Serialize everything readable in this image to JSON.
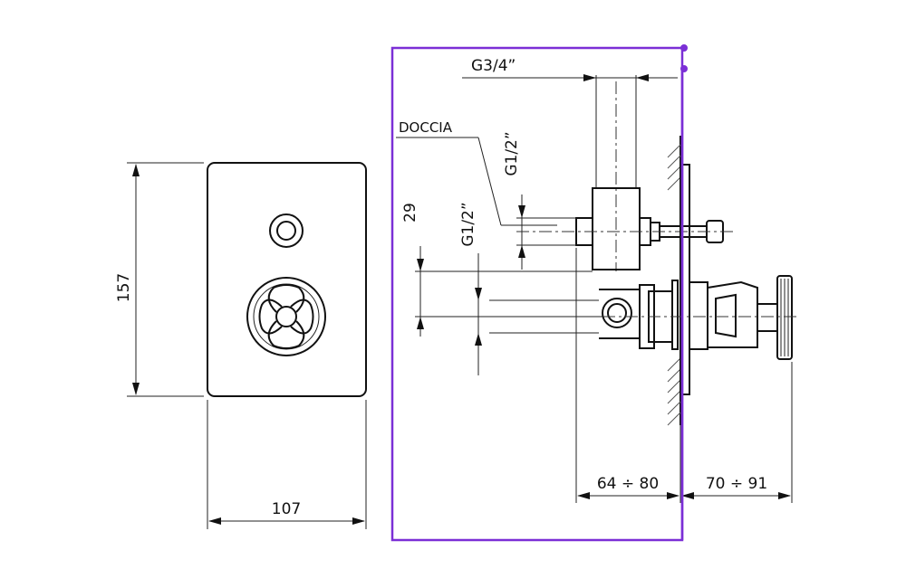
{
  "front_view": {
    "width_label": "107",
    "height_label": "157"
  },
  "side_view": {
    "inlet_label": "G3/4”",
    "shower_label": "DOCCIA",
    "shower_thread_label": "G1/2”",
    "outlet_thread_label": "G1/2”",
    "offset_label": "29",
    "depth_range_label": "64 ÷ 80",
    "projection_range_label": "70 ÷ 91"
  },
  "selection_color": "#7b2fd6"
}
